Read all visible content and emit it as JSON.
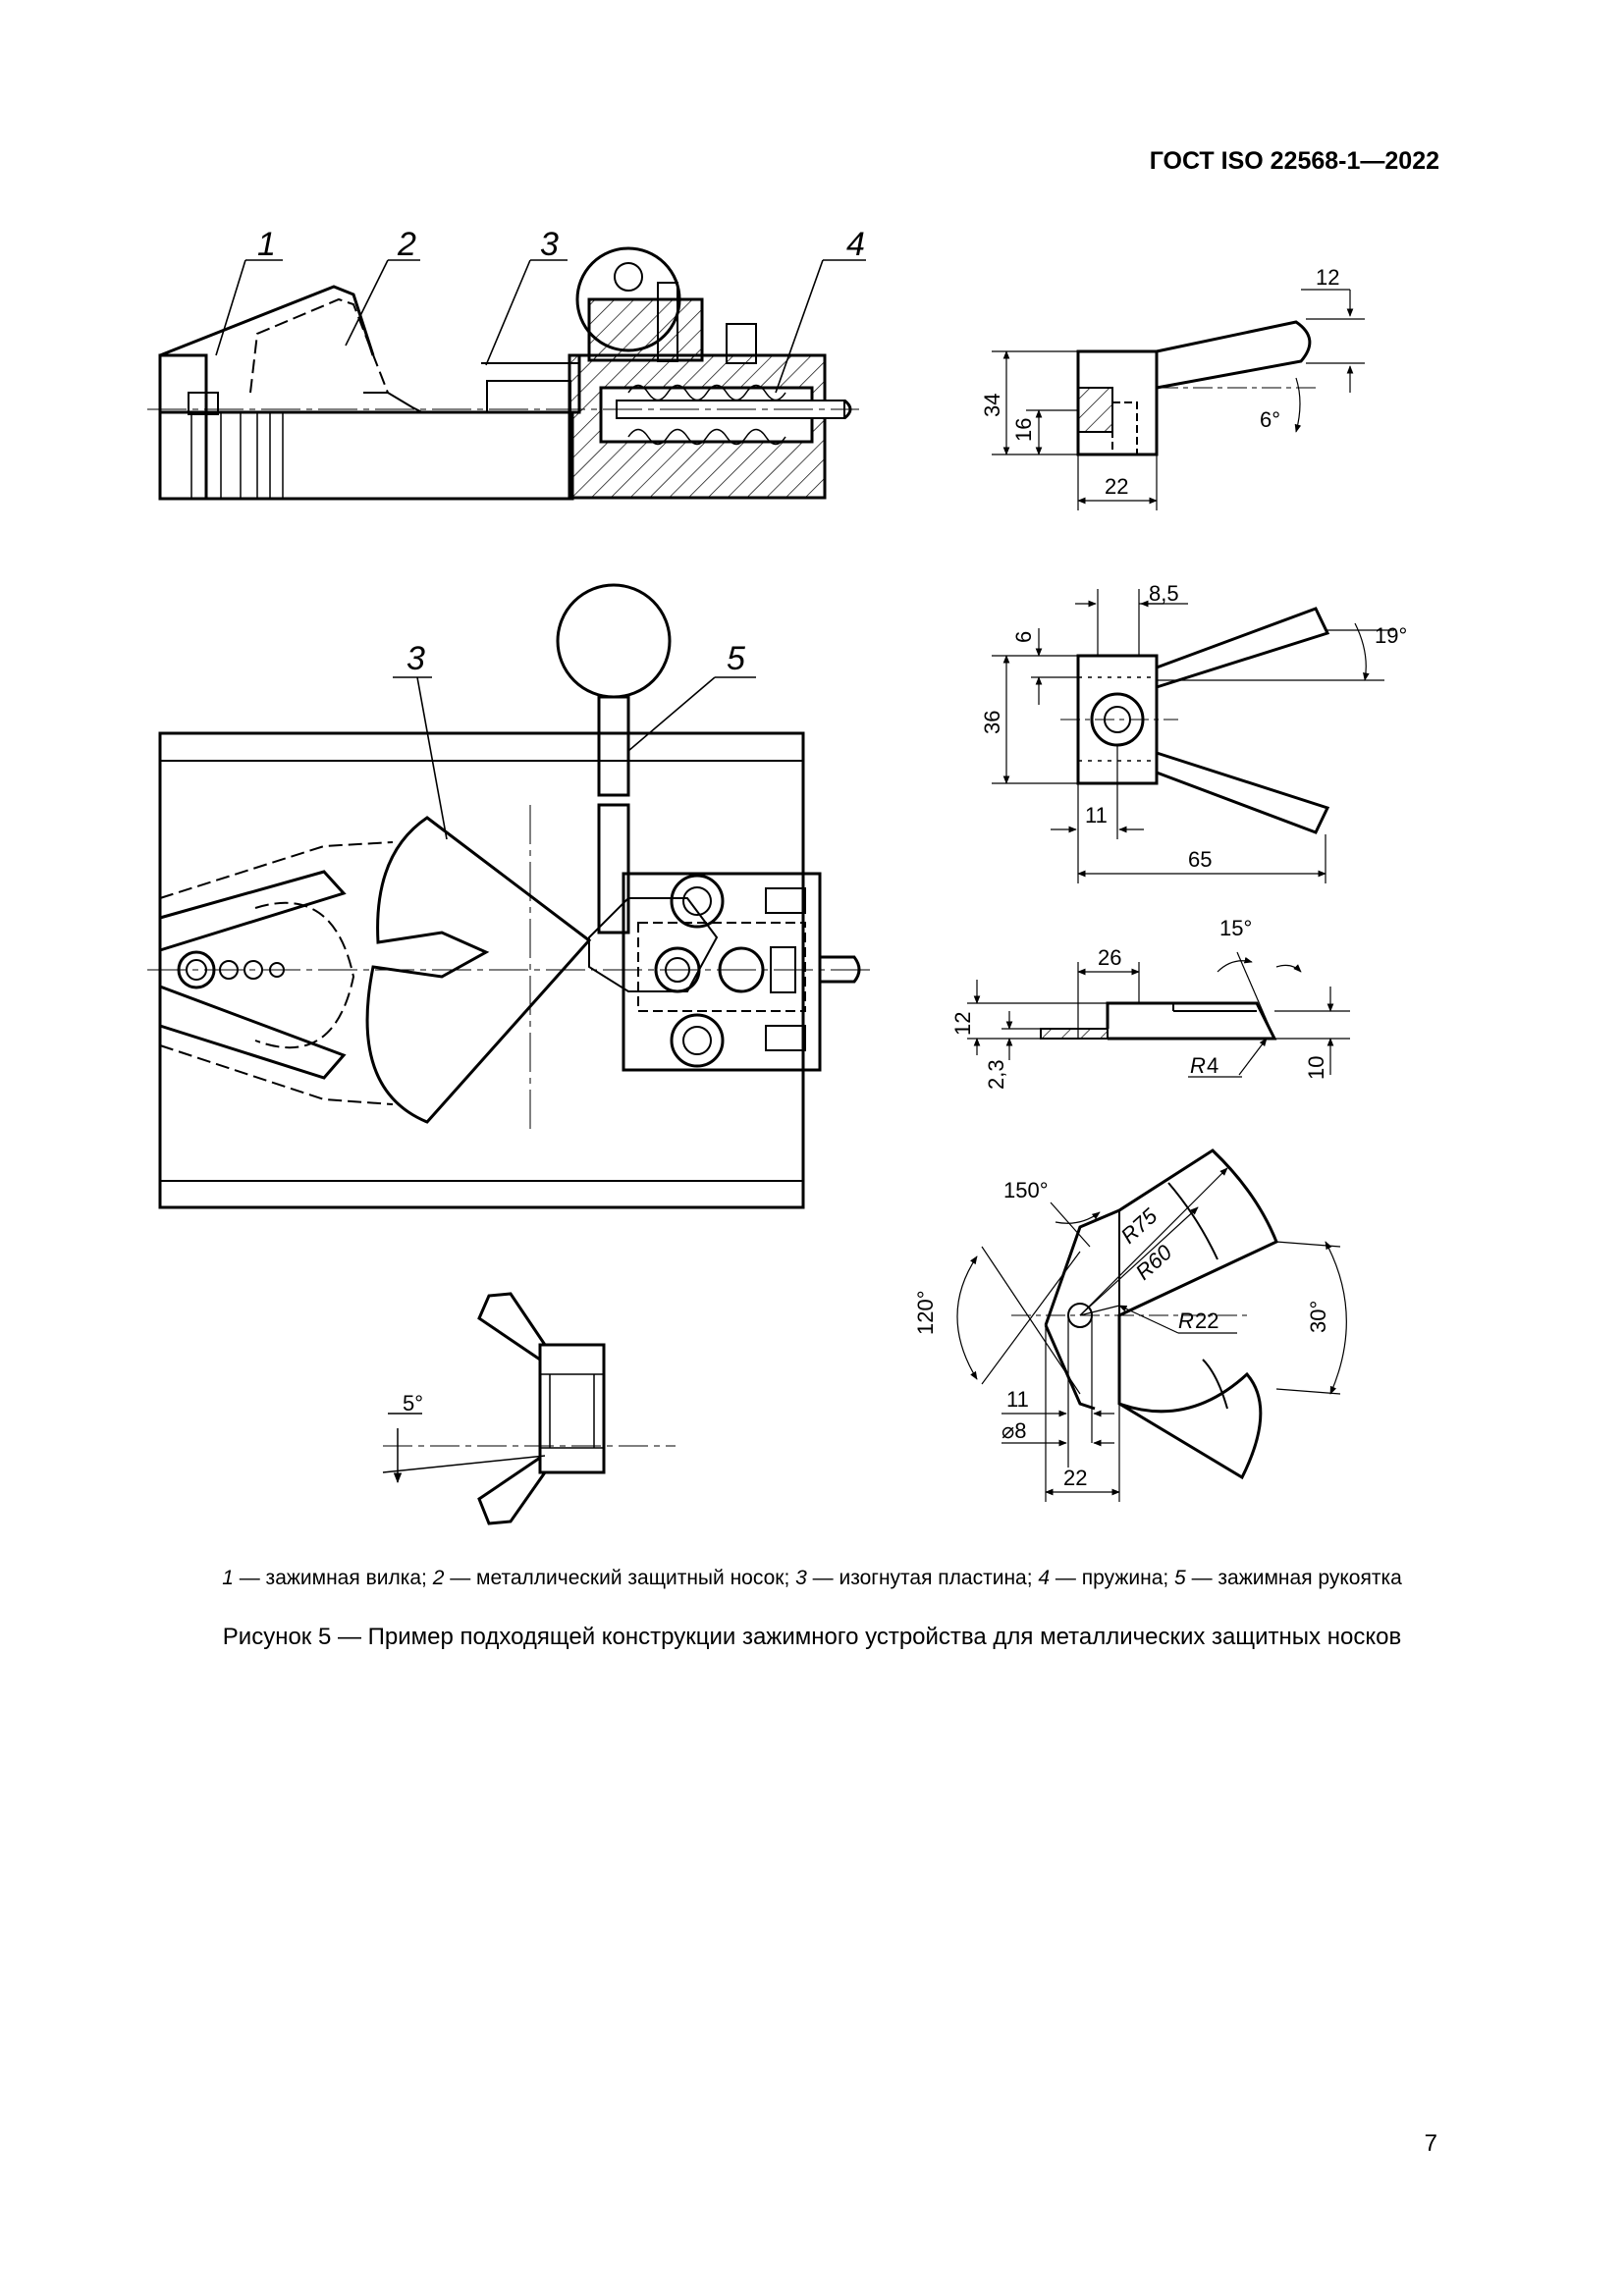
{
  "document": {
    "header": "ГОСТ ISO 22568-1—2022",
    "page_number": "7"
  },
  "figure": {
    "callouts": {
      "c1": "1",
      "c2": "2",
      "c3": "3",
      "c4": "4",
      "c3b": "3",
      "c5": "5"
    },
    "dims_handle_side": {
      "d12": "12",
      "d34": "34",
      "d16": "16",
      "d22": "22",
      "a6": "6°"
    },
    "dims_fork_top": {
      "d8_5": "8,5",
      "d6": "6",
      "d36": "36",
      "d11": "11",
      "d65": "65",
      "a19": "19°"
    },
    "dims_plate_side": {
      "d26": "26",
      "a15": "15°",
      "d12": "12",
      "d2_3": "2,3",
      "r4_prefix": "R",
      "r4_value": "4",
      "d10": "10"
    },
    "dims_plate_top": {
      "a150": "150°",
      "r75": "R75",
      "r60": "R60",
      "r22_prefix": "R",
      "r22_value": "22",
      "a120": "120°",
      "a30": "30°",
      "d11": "11",
      "d8": "⌀8",
      "d22": "22"
    },
    "dims_wing": {
      "a5": "5°"
    },
    "legend": [
      {
        "num": "1",
        "text": " — зажимная вилка; "
      },
      {
        "num": "2",
        "text": " — металлический защитный носок; "
      },
      {
        "num": "3",
        "text": " — изогнутая пластина; "
      },
      {
        "num": "4",
        "text": " — пружина; "
      },
      {
        "num": "5",
        "text": " — зажимная рукоятка"
      }
    ],
    "caption": "Рисунок 5 — Пример подходящей конструкции зажимного устройства для металлических защитных носков"
  }
}
